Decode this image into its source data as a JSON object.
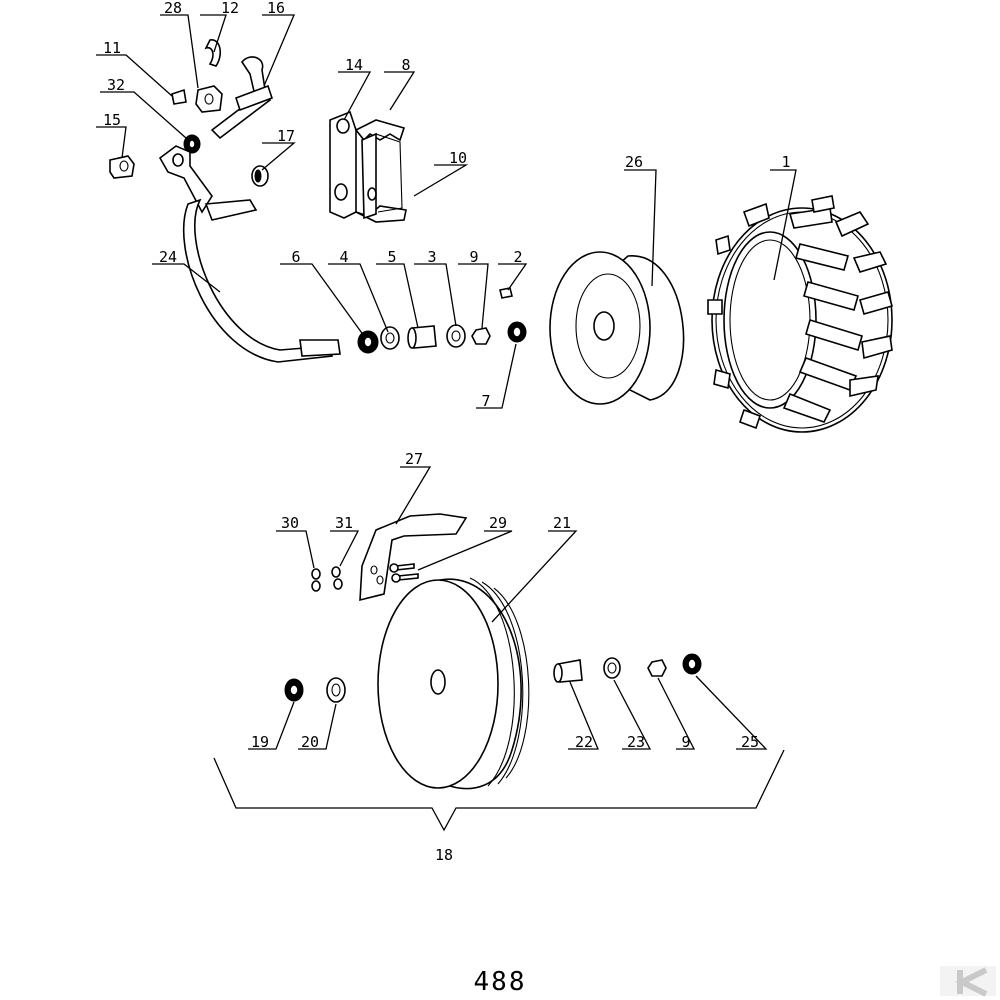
{
  "diagram": {
    "callouts": [
      "1",
      "2",
      "3",
      "4",
      "5",
      "6",
      "7",
      "8",
      "9",
      "10",
      "11",
      "12",
      "14",
      "15",
      "16",
      "17",
      "18",
      "19",
      "20",
      "21",
      "22",
      "23",
      "9",
      "25",
      "26",
      "27",
      "28",
      "29",
      "30",
      "31",
      "32",
      "24"
    ],
    "page_number": "488"
  }
}
